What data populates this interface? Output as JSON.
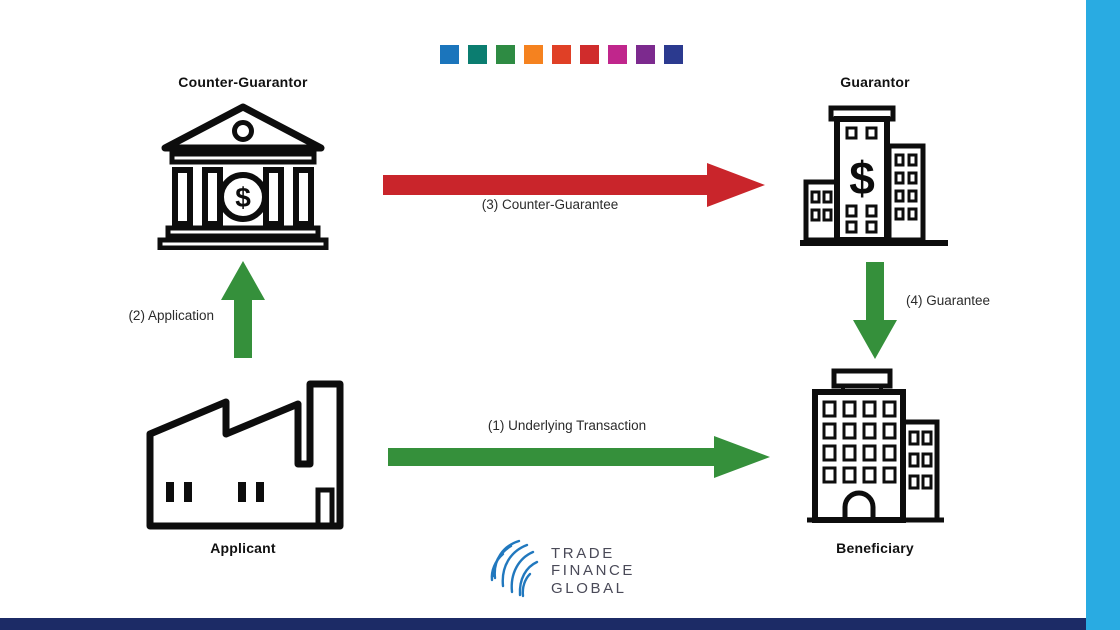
{
  "canvas": {
    "background": "#ffffff",
    "accent_bar_right": "#29abe2",
    "accent_bar_bottom": "#1c2b66"
  },
  "palette_strip": {
    "colors": [
      "#1b75bc",
      "#0b7d70",
      "#2e8b43",
      "#f5821f",
      "#e04026",
      "#d02c2c",
      "#c0268c",
      "#7c2a8e",
      "#2b3a8f"
    ]
  },
  "nodes": {
    "counter_guarantor": {
      "label": "Counter-Guarantor"
    },
    "guarantor": {
      "label": "Guarantor"
    },
    "applicant": {
      "label": "Applicant"
    },
    "beneficiary": {
      "label": "Beneficiary"
    }
  },
  "arrows": {
    "counter_guarantee": {
      "label": "(3) Counter-Guarantee",
      "color": "#c9252b",
      "from": "Counter-Guarantor",
      "to": "Guarantor",
      "direction": "right"
    },
    "application": {
      "label": "(2) Application",
      "color": "#35903b",
      "from": "Applicant",
      "to": "Counter-Guarantor",
      "direction": "up"
    },
    "guarantee": {
      "label": "(4) Guarantee",
      "color": "#35903b",
      "from": "Guarantor",
      "to": "Beneficiary",
      "direction": "down"
    },
    "underlying_transaction": {
      "label": "(1) Underlying Transaction",
      "color": "#35903b",
      "from": "Applicant",
      "to": "Beneficiary",
      "direction": "right"
    }
  },
  "icons": {
    "bank_dollar": "$",
    "building_dollar": "$"
  },
  "logo": {
    "line1": "TRADE",
    "line2": "FINANCE",
    "line3": "GLOBAL",
    "color": "#4a4a58",
    "icon_color": "#2178be"
  }
}
